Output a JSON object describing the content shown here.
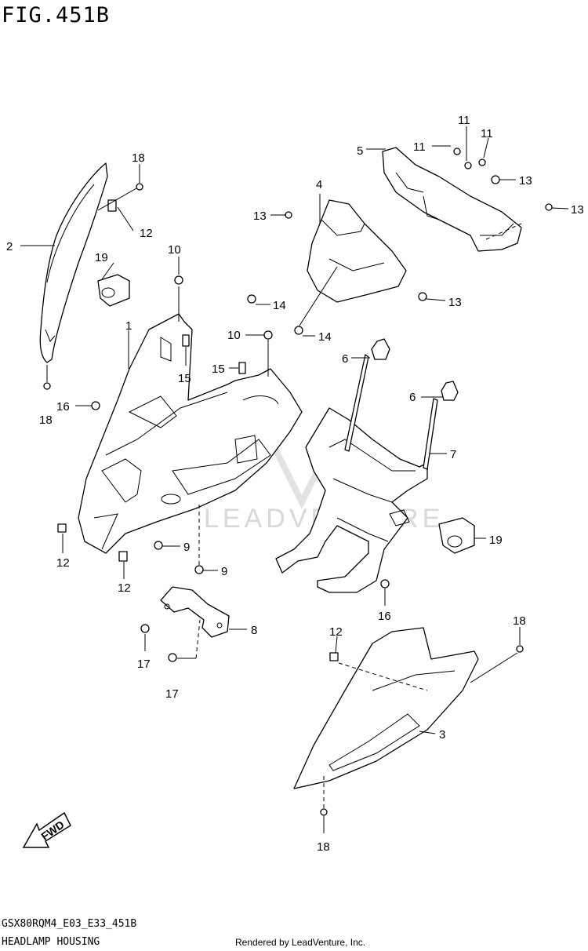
{
  "figure": {
    "title": "FIG.451B",
    "code": "GSX80RQM4_E03_E33_451B",
    "subtitle": "HEADLAMP HOUSING",
    "credit": "Rendered by LeadVenture, Inc.",
    "watermark": "LEADVENTURE",
    "fwd_label": "FWD"
  },
  "callouts": [
    "1",
    "2",
    "3",
    "4",
    "5",
    "6",
    "6",
    "7",
    "8",
    "9",
    "9",
    "10",
    "10",
    "11",
    "11",
    "11",
    "12",
    "12",
    "12",
    "12",
    "13",
    "13",
    "13",
    "13",
    "14",
    "14",
    "15",
    "15",
    "16",
    "16",
    "17",
    "17",
    "18",
    "18",
    "18",
    "18",
    "19",
    "19"
  ]
}
